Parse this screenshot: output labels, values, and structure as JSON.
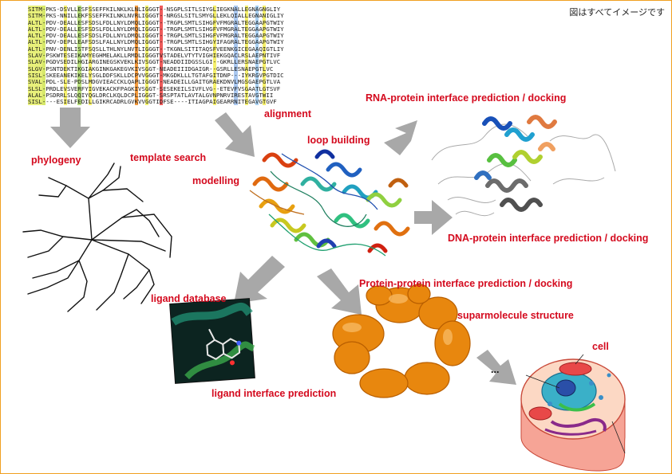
{
  "note": "図はすべてイメージです",
  "labels": {
    "alignment": "alignment",
    "phylogeny": "phylogeny",
    "template_search": "template search",
    "loop_building": "loop building",
    "modelling": "modelling",
    "rna": "RNA-protein interface prediction / docking",
    "dna": "DNA-protein interface prediction / docking",
    "ppi": "Protein-protein interface prediction / docking",
    "suparmolecule": "suparmolecule structure",
    "ligand_db": "ligand database",
    "ligand_pred": "ligand interface prediction",
    "cell": "cell",
    "ellipsis": "..."
  },
  "alignment_rows": [
    "SITM-PKS-DSVLLESFSSEFFKILNKLKLNLIGGGT--NSGPLSITLSIYGLIEGKNALLEGNAGNGLIY",
    "SITM-PKS-NNILLEKFSSEFFKILNKLNVRLIGGGT--NRGSLSITLSMYGLLEKLQIALLEGNANIGLIY",
    "ALTL-PDV-DEALLESFSDSLFDLLNYLDMQLIGGGT--TRGPLSMTLSIHGFVFMGRALTEGGAAPGTWIY",
    "ALTL-PDV-DEALLESFSDSLFDLLNYLDMQLIGGGT--TRGPLSMTLSIHGFVFMGRALTEGGAAPGTWIY",
    "ALTL-PDV-DEALLESFSDSLFDLLNYLDMQLIGGGT--TRGPLSMTLSIHGFVFMGRALTEGGAAPGTWIY",
    "ALTL-PDV-DEPLLEAFSDSLFALLNYLDMQLIGGGT--TRGPLSMTLSIHGYIFAGRALTEGGAAPGTWIY",
    "ALTL-PNV-DENLISTFSQSLLTHLNYLNVTLIGGGT--TKGNLSITITAQSFVEENKGICEGAAQIGTLIY",
    "SLAV-PSKWTESEIKAMYEGHMELAKLLRMDLIGGGTVSTADELVTYTVIGHIEKGQACLRSLAEPNTIVF",
    "SLAV-PGDVSEDILHGIARGINEGSKVEKLKIVSGGT-NEADDIIDGSSLGI--GKRLLERSNAEPGTLVC",
    "SLGV-PSNTDEKTIKGIAKGINKGAKEGVKIVSGGT-NEADEIIIDGAIGR--GSRLLESNAEPGTLVC",
    "SISL-SKEEANEKIKELYSGLDDFSKLLDCPVVGGGT-MKGDKLLLTGTAFGITDNP---IYKRGVPGTDIC",
    "SVAL-PDL-SLE-PDSLMDGVIEACCKLQAPLIGGGT-NEADEILLGAITGRAEKDNVLMGSGAEPGTLVA",
    "SLSL-PRDLEVSVERFYIGVEKACKFPAGKIVSGGT-SESEKEILSIVFLVG--ETEVFVSGAATLGTSVF",
    "ALAL-PSDRRLSLQQIYQGLDRCLKQLDCPLIGGGT-SRSPTATLAVTALGVNPNRVIRESTAVGTWII",
    "SISL----ESIELFEDILLGIKRCADRLGVKVVGGTIDFSE----ITIAGPAIGEARRNITEGAVGTGVF"
  ]
}
